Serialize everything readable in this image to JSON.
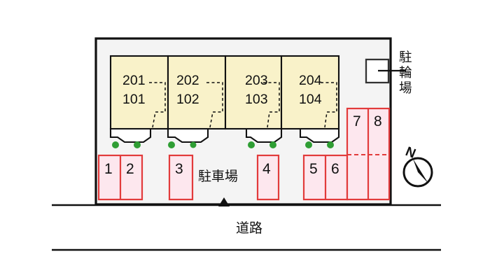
{
  "map": {
    "kind": "property-site-plan",
    "colors": {
      "lot_fill": "#f4f4f4",
      "lot_border": "#111111",
      "building_fill": "#f9f2c9",
      "building_border": "#111111",
      "parking_fill": "#fde7ee",
      "parking_border": "#e23b3b",
      "bush_green": "#2f9e34",
      "porch_fill": "#ffffff"
    },
    "building": {
      "units": [
        {
          "upper": "201",
          "lower": "101"
        },
        {
          "upper": "202",
          "lower": "102"
        },
        {
          "upper": "203",
          "lower": "103"
        },
        {
          "upper": "204",
          "lower": "104"
        }
      ]
    },
    "parking": {
      "label": "駐車場",
      "stalls": [
        "1",
        "2",
        "3",
        "4",
        "5",
        "6",
        "7",
        "8"
      ]
    },
    "bicycle_parking": {
      "label": "駐輪場"
    },
    "road": {
      "label": "道路"
    },
    "compass": {
      "north_letter": "N"
    }
  }
}
